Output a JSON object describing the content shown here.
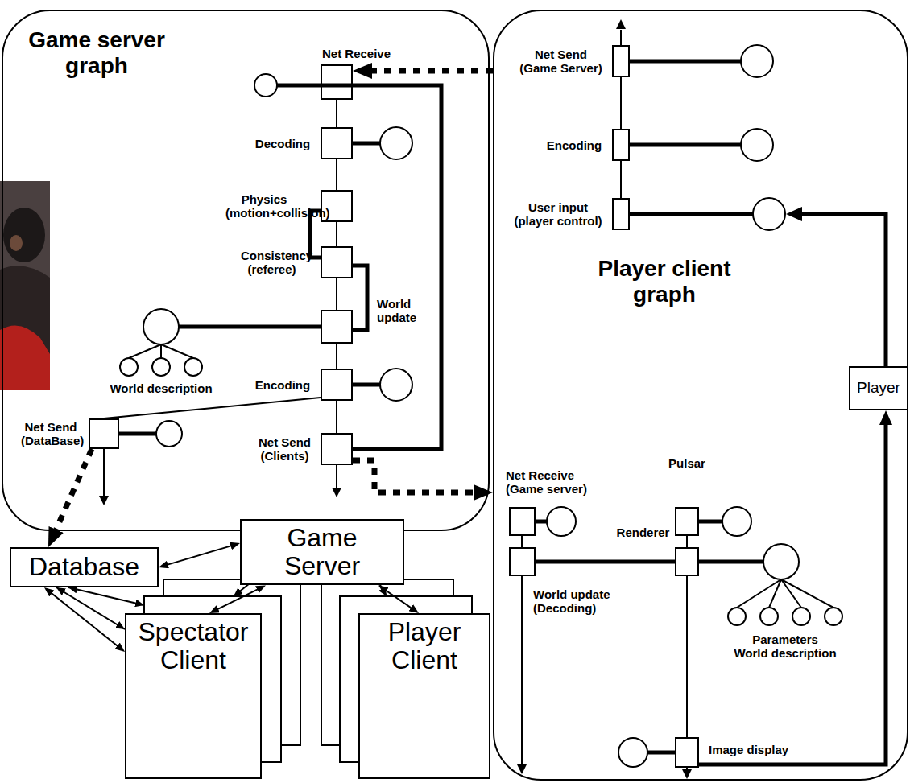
{
  "diagram": {
    "nodes": [
      {
        "text": [
          "Game server graph"
        ]
      },
      {
        "text": [
          "Net Receive"
        ],
        "in": 0
      },
      {
        "text": [
          "Decoding"
        ],
        "in": 0
      },
      {
        "text": [
          "Physics (motion+collision)"
        ],
        "in": 0
      },
      {
        "text": [
          "Consistency (referee)"
        ],
        "in": 0
      },
      {
        "text": [
          "World update"
        ],
        "in": 0
      },
      {
        "text": [
          "Encoding"
        ],
        "in": 0
      },
      {
        "text": [
          "Net Send (DataBase)"
        ],
        "in": 0
      },
      {
        "text": [
          "Net Send (Clients)"
        ],
        "in": 0
      },
      {
        "text": [
          "Player client graph"
        ]
      },
      {
        "text": [
          "Net Send (Game Server)"
        ],
        "in": 9
      },
      {
        "text": [
          "Encoding"
        ],
        "in": 9
      },
      {
        "text": [
          "User input (player control)"
        ],
        "in": 9
      },
      {
        "text": [
          "Net Receive (Game server)"
        ],
        "in": 9
      },
      {
        "text": [
          "Pulsar"
        ],
        "in": 9
      },
      {
        "text": [
          "Renderer"
        ],
        "in": 9
      },
      {
        "text": [
          "World update (Decoding)"
        ],
        "in": 9
      },
      {
        "text": [
          "Image display"
        ],
        "in": 9
      },
      {
        "text": [
          "Player"
        ]
      },
      {
        "text": [
          "Database"
        ]
      },
      {
        "text": [
          "Game Server"
        ]
      },
      {
        "text": [
          "Spectator Client"
        ]
      },
      {
        "text": [
          "Player Client"
        ]
      }
    ],
    "edges": [
      {
        "from": 1,
        "to": 2,
        "arrow": "none"
      },
      {
        "from": 2,
        "to": 3,
        "arrow": "none"
      },
      {
        "from": 3,
        "to": 4,
        "arrow": "none"
      },
      {
        "from": 4,
        "to": 5,
        "arrow": "none"
      },
      {
        "from": 5,
        "to": 6,
        "arrow": "none"
      },
      {
        "from": 6,
        "to": 8,
        "arrow": "none"
      },
      {
        "from": 6,
        "to": 7,
        "arrow": "none"
      },
      {
        "from": 3,
        "to": 4,
        "arrow": "none"
      },
      {
        "from": 4,
        "to": 5,
        "arrow": "none"
      },
      {
        "from": 9,
        "to": 1,
        "arrow": "to"
      },
      {
        "from": 8,
        "to": 9,
        "arrow": "to"
      },
      {
        "from": 7,
        "to": 19,
        "arrow": "to"
      },
      {
        "from": 12,
        "to": 11,
        "arrow": "none"
      },
      {
        "from": 11,
        "to": 10,
        "arrow": "none"
      },
      {
        "from": 13,
        "to": 16,
        "arrow": "none"
      },
      {
        "from": 14,
        "to": 15,
        "arrow": "none"
      },
      {
        "from": 15,
        "to": 17,
        "arrow": "none"
      },
      {
        "from": 16,
        "to": 15,
        "arrow": "none"
      },
      {
        "from": 17,
        "to": 18,
        "arrow": "to"
      },
      {
        "from": 19,
        "to": 20,
        "arrow": "both"
      },
      {
        "from": 19,
        "to": 21,
        "arrow": "both"
      },
      {
        "from": 20,
        "to": 21,
        "arrow": "both"
      },
      {
        "from": 20,
        "to": 22,
        "arrow": "both"
      }
    ],
    "labels": [
      "World description",
      "Parameters World description"
    ]
  }
}
